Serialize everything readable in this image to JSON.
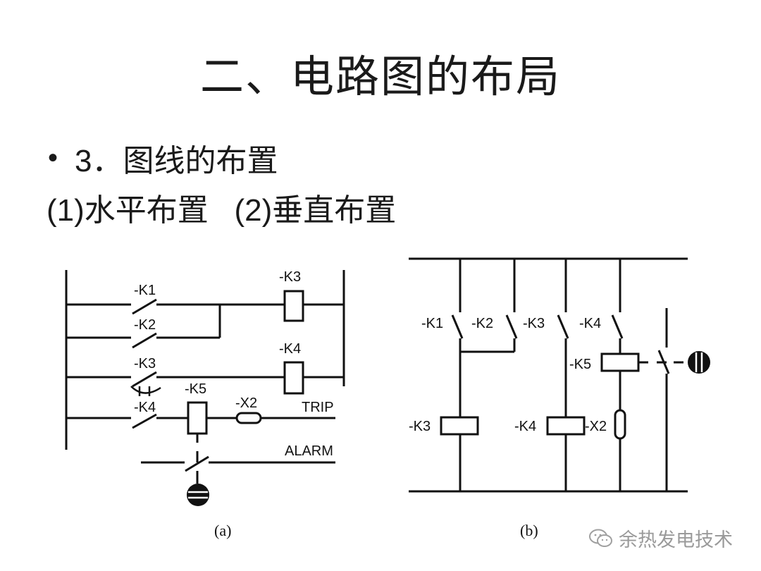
{
  "slide": {
    "title": "二、电路图的布局",
    "bullet_dot": "•",
    "bullet_text": "3．图线的布置",
    "sub_a": "(1)水平布置",
    "sub_b": "(2)垂直布置"
  },
  "diagram_a": {
    "labels": {
      "k1": "-K1",
      "k2": "-K2",
      "k3_contact": "-K3",
      "k4_contact": "-K4",
      "k3_coil": "-K3",
      "k4_coil": "-K4",
      "k5": "-K5",
      "x2": "-X2",
      "trip": "TRIP",
      "alarm": "ALARM"
    },
    "caption": "(a)"
  },
  "diagram_b": {
    "labels": {
      "k1": "-K1",
      "k2": "-K2",
      "k3_contact": "-K3",
      "k4_contact": "-K4",
      "k5": "-K5",
      "k3_coil": "-K3",
      "k4_coil": "-K4",
      "x2": "-X2"
    },
    "caption": "(b)"
  },
  "watermark": {
    "text": "余热发电技术",
    "icon": "wechat-icon"
  },
  "colors": {
    "ink": "#1a1a1a",
    "watermark": "#9a9a9a"
  }
}
